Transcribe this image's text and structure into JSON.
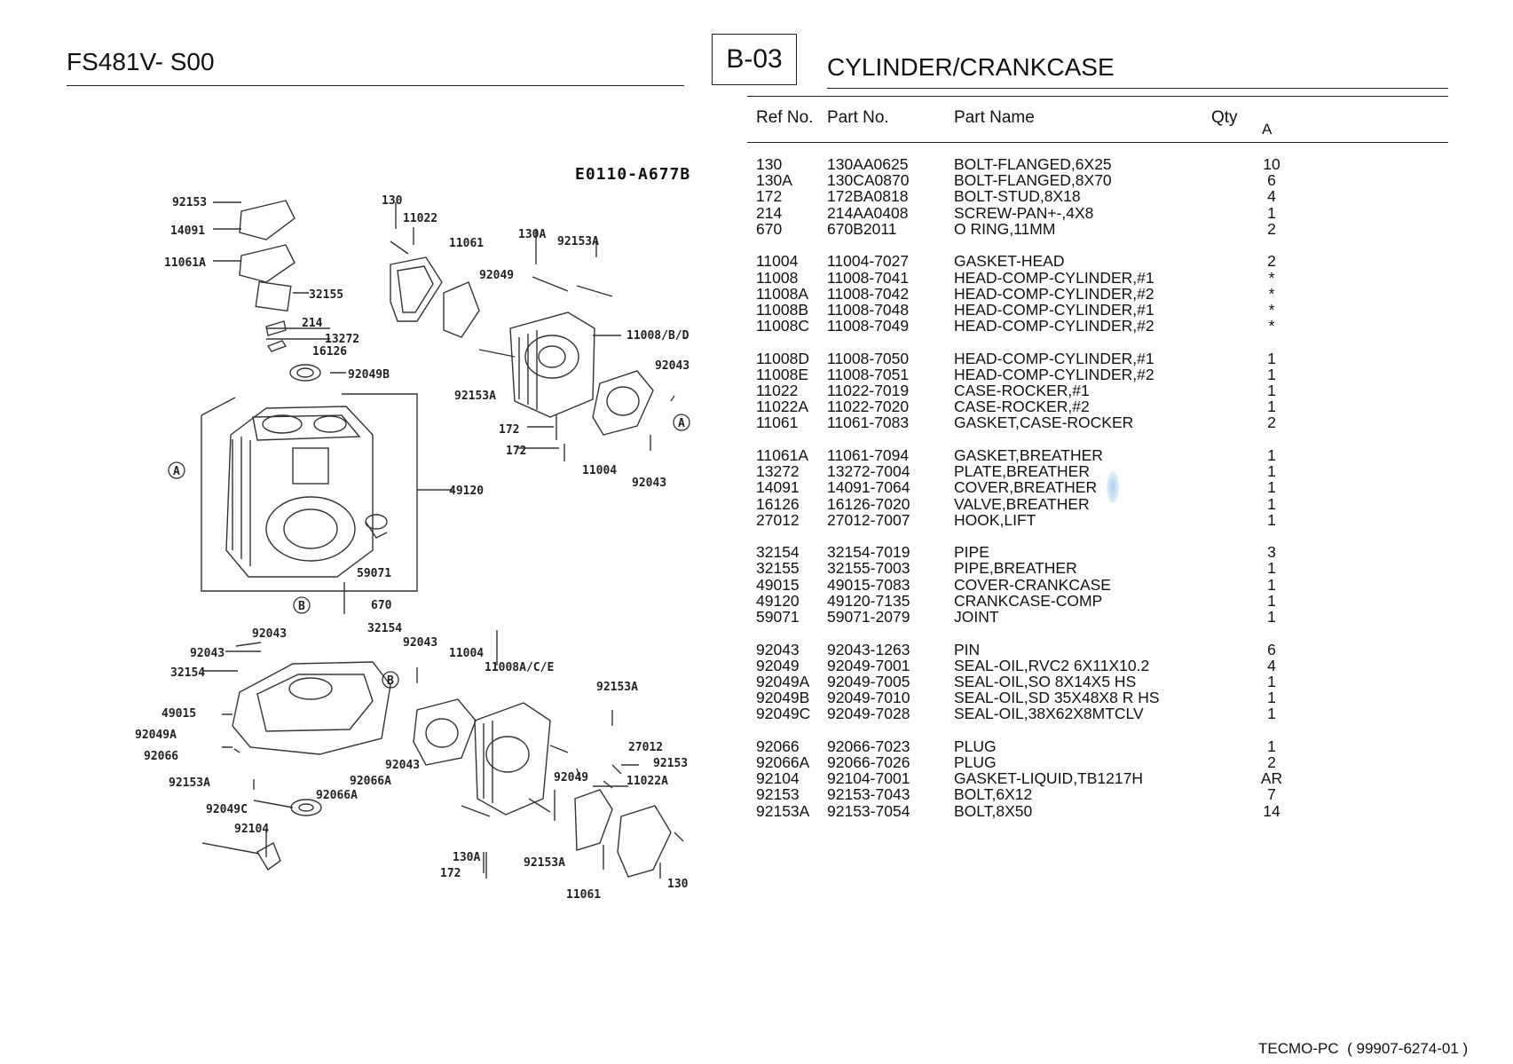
{
  "header": {
    "model": "FS481V- S00",
    "section_code": "B-03",
    "section_title": "CYLINDER/CRANKCASE",
    "diagram_code": "E0110-A677B"
  },
  "columns": {
    "ref_no": "Ref No.",
    "part_no": "Part No.",
    "part_name": "Part Name",
    "qty": "Qty",
    "variant": "A"
  },
  "parts": [
    [
      [
        "130",
        "130AA0625",
        "BOLT-FLANGED,6X25",
        "10"
      ],
      [
        "130A",
        "130CA0870",
        "BOLT-FLANGED,8X70",
        "6"
      ],
      [
        "172",
        "172BA0818",
        "BOLT-STUD,8X18",
        "4"
      ],
      [
        "214",
        "214AA0408",
        "SCREW-PAN+-,4X8",
        "1"
      ],
      [
        "670",
        "670B2011",
        "O RING,11MM",
        "2"
      ]
    ],
    [
      [
        "11004",
        "11004-7027",
        "GASKET-HEAD",
        "2"
      ],
      [
        "11008",
        "11008-7041",
        "HEAD-COMP-CYLINDER,#1",
        "*"
      ],
      [
        "11008A",
        "11008-7042",
        "HEAD-COMP-CYLINDER,#2",
        "*"
      ],
      [
        "11008B",
        "11008-7048",
        "HEAD-COMP-CYLINDER,#1",
        "*"
      ],
      [
        "11008C",
        "11008-7049",
        "HEAD-COMP-CYLINDER,#2",
        "*"
      ]
    ],
    [
      [
        "11008D",
        "11008-7050",
        "HEAD-COMP-CYLINDER,#1",
        "1"
      ],
      [
        "11008E",
        "11008-7051",
        "HEAD-COMP-CYLINDER,#2",
        "1"
      ],
      [
        "11022",
        "11022-7019",
        "CASE-ROCKER,#1",
        "1"
      ],
      [
        "11022A",
        "11022-7020",
        "CASE-ROCKER,#2",
        "1"
      ],
      [
        "11061",
        "11061-7083",
        "GASKET,CASE-ROCKER",
        "2"
      ]
    ],
    [
      [
        "11061A",
        "11061-7094",
        "GASKET,BREATHER",
        "1"
      ],
      [
        "13272",
        "13272-7004",
        "PLATE,BREATHER",
        "1"
      ],
      [
        "14091",
        "14091-7064",
        "COVER,BREATHER",
        "1"
      ],
      [
        "16126",
        "16126-7020",
        "VALVE,BREATHER",
        "1"
      ],
      [
        "27012",
        "27012-7007",
        "HOOK,LIFT",
        "1"
      ]
    ],
    [
      [
        "32154",
        "32154-7019",
        "PIPE",
        "3"
      ],
      [
        "32155",
        "32155-7003",
        "PIPE,BREATHER",
        "1"
      ],
      [
        "49015",
        "49015-7083",
        "COVER-CRANKCASE",
        "1"
      ],
      [
        "49120",
        "49120-7135",
        "CRANKCASE-COMP",
        "1"
      ],
      [
        "59071",
        "59071-2079",
        "JOINT",
        "1"
      ]
    ],
    [
      [
        "92043",
        "92043-1263",
        "PIN",
        "6"
      ],
      [
        "92049",
        "92049-7001",
        "SEAL-OIL,RVC2 6X11X10.2",
        "4"
      ],
      [
        "92049A",
        "92049-7005",
        "SEAL-OIL,SO 8X14X5 HS",
        "1"
      ],
      [
        "92049B",
        "92049-7010",
        "SEAL-OIL,SD 35X48X8 R HS",
        "1"
      ],
      [
        "92049C",
        "92049-7028",
        "SEAL-OIL,38X62X8MTCLV",
        "1"
      ]
    ],
    [
      [
        "92066",
        "92066-7023",
        "PLUG",
        "1"
      ],
      [
        "92066A",
        "92066-7026",
        "PLUG",
        "2"
      ],
      [
        "92104",
        "92104-7001",
        "GASKET-LIQUID,TB1217H",
        "AR"
      ],
      [
        "92153",
        "92153-7043",
        "BOLT,6X12",
        "7"
      ],
      [
        "92153A",
        "92153-7054",
        "BOLT,8X50",
        "14"
      ]
    ]
  ],
  "diagram_labels": [
    "92153",
    "14091",
    "11061A",
    "32155",
    "214",
    "13272",
    "16126",
    "92049B",
    "130",
    "11022",
    "11061",
    "130A",
    "92153A",
    "92049",
    "11008/B/D",
    "92043",
    "92153A",
    "172",
    "172",
    "11004",
    "92043",
    "A",
    "A",
    "49120",
    "59071",
    "B",
    "670",
    "32154",
    "92043",
    "92043",
    "32154",
    "92043",
    "11004",
    "11008A/C/E",
    "B",
    "92153A",
    "49015",
    "92049A",
    "92066",
    "92153A",
    "92066A",
    "92066A",
    "92043",
    "92049C",
    "92104",
    "27012",
    "92153",
    "92049",
    "11022A",
    "130A",
    "172",
    "92153A",
    "11061",
    "130"
  ],
  "footer": {
    "brand": "TECMO-PC",
    "code": "( 99907-6274-01 )"
  }
}
